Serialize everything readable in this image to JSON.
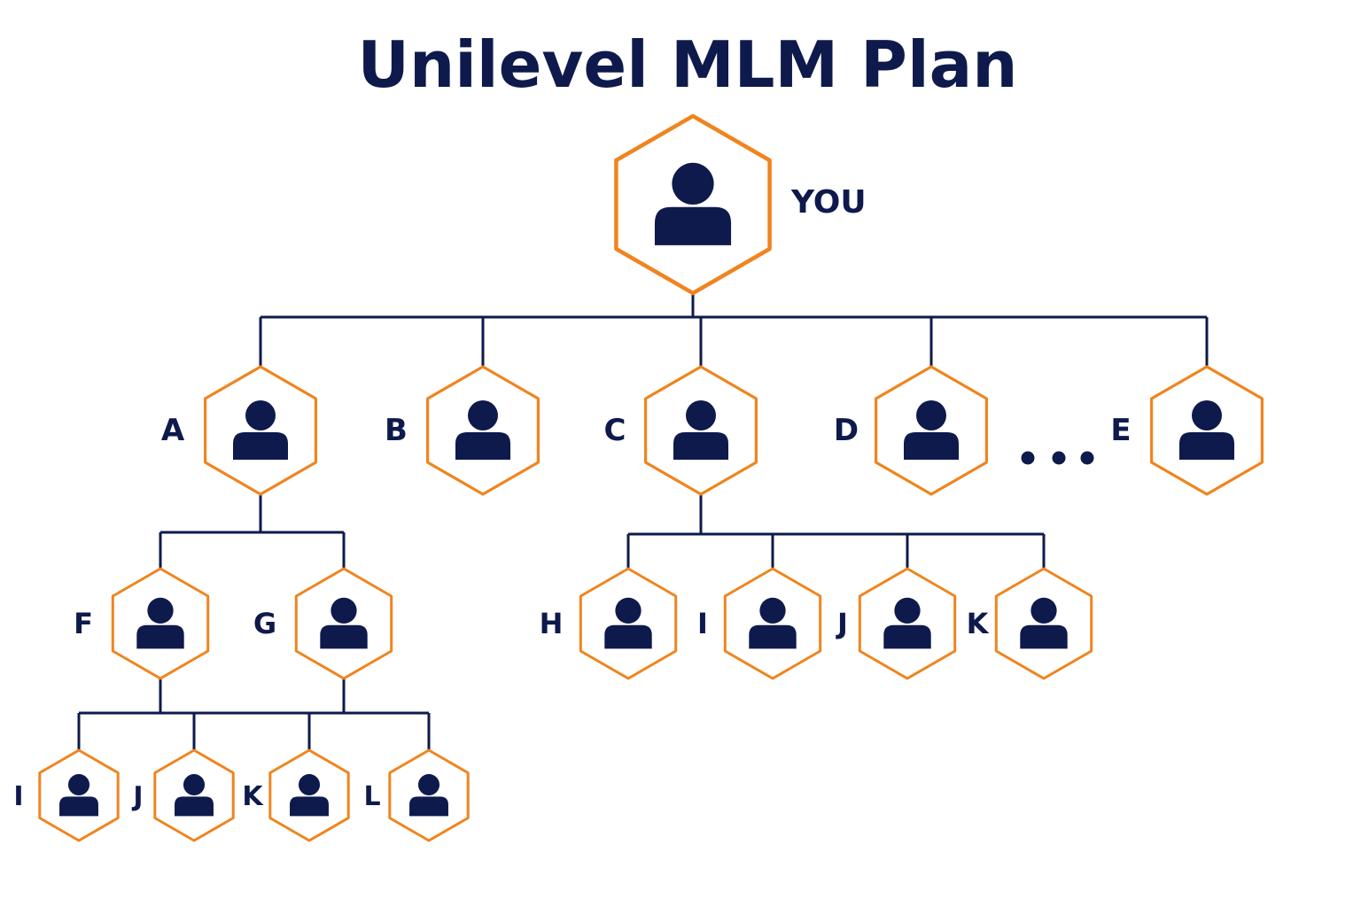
{
  "title": "Unilevel MLM Plan",
  "colors": {
    "primary": "#0e1a4c",
    "hex_border": "#f0841e",
    "background": "#ffffff"
  },
  "icons": {
    "member": "person-icon",
    "continuation": "ellipsis"
  },
  "members": [
    {
      "id": "you",
      "label": "YOU",
      "level": 0,
      "parent": null
    },
    {
      "id": "a",
      "label": "A",
      "level": 1,
      "parent": "you"
    },
    {
      "id": "b",
      "label": "B",
      "level": 1,
      "parent": "you"
    },
    {
      "id": "c",
      "label": "C",
      "level": 1,
      "parent": "you"
    },
    {
      "id": "d",
      "label": "D",
      "level": 1,
      "parent": "you"
    },
    {
      "id": "e",
      "label": "E",
      "level": 1,
      "parent": "you"
    },
    {
      "id": "f",
      "label": "F",
      "level": 2,
      "parent": "a"
    },
    {
      "id": "g",
      "label": "G",
      "level": 2,
      "parent": "a"
    },
    {
      "id": "h",
      "label": "H",
      "level": 2,
      "parent": "c"
    },
    {
      "id": "i2",
      "label": "I",
      "level": 2,
      "parent": "c"
    },
    {
      "id": "j2",
      "label": "J",
      "level": 2,
      "parent": "c"
    },
    {
      "id": "k2",
      "label": "K",
      "level": 2,
      "parent": "c"
    },
    {
      "id": "i3",
      "label": "I",
      "level": 3,
      "parent": "f/g"
    },
    {
      "id": "j3",
      "label": "J",
      "level": 3,
      "parent": "f/g"
    },
    {
      "id": "k3",
      "label": "K",
      "level": 3,
      "parent": "f/g"
    },
    {
      "id": "l3",
      "label": "L",
      "level": 3,
      "parent": "f/g"
    }
  ]
}
